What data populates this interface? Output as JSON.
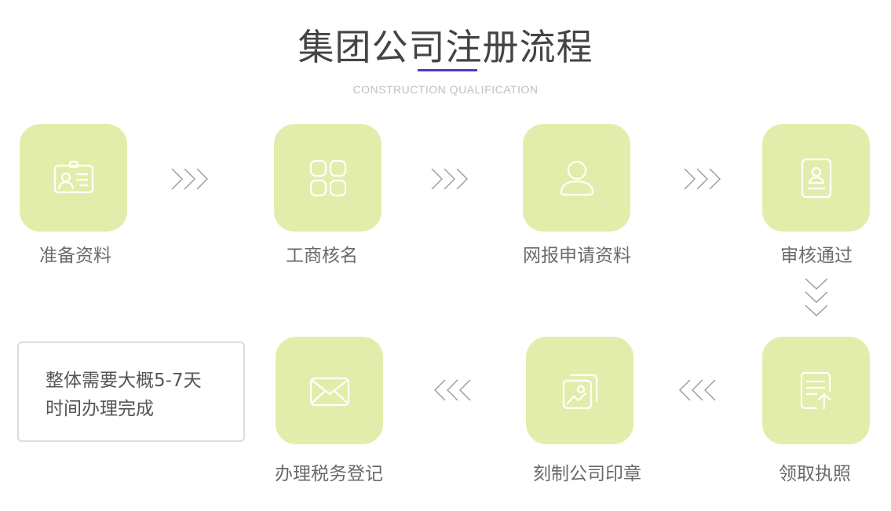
{
  "title": "集团公司注册流程",
  "subtitle": "CONSTRUCTION QUALIFICATION",
  "accent_color": "#4a3ccc",
  "tile_color": "#e3edab",
  "steps": [
    {
      "label": "准备资料",
      "icon": "id-card-icon"
    },
    {
      "label": "工商核名",
      "icon": "grid-icon"
    },
    {
      "label": "网报申请资料",
      "icon": "user-icon"
    },
    {
      "label": "审核通过",
      "icon": "profile-document-icon"
    },
    {
      "label": "领取执照",
      "icon": "document-upload-icon"
    },
    {
      "label": "刻制公司印章",
      "icon": "image-stack-icon"
    },
    {
      "label": "办理税务登记",
      "icon": "envelope-icon"
    }
  ],
  "note": {
    "line1": "整体需要大概5-7天",
    "line2": "时间办理完成"
  }
}
